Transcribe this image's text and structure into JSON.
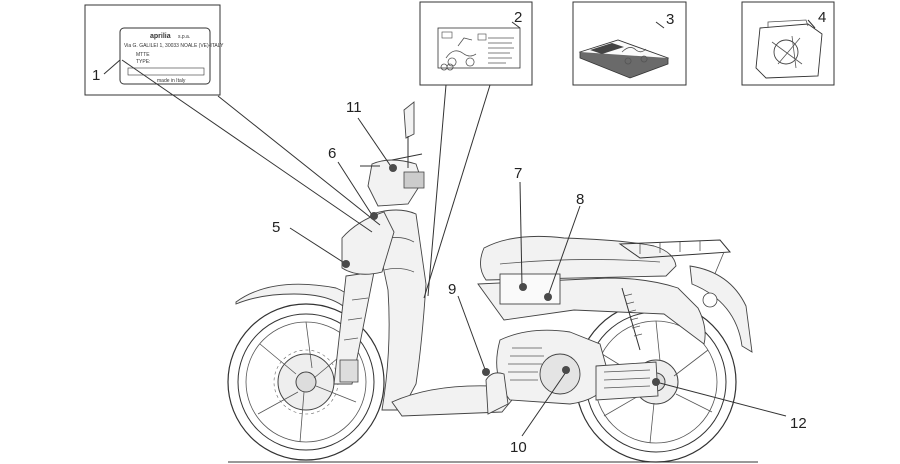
{
  "callouts": [
    "1",
    "2",
    "3",
    "4",
    "5",
    "6",
    "7",
    "8",
    "9",
    "10",
    "11",
    "12"
  ],
  "label": {
    "brand": "aprilia",
    "brand_suffix": "s.p.a.",
    "address": "Via G. GALILEI 1, 30033 NOALE (VE)-ITALY",
    "mtte": "MTTE",
    "type": "TYPE:",
    "made_in": "made in Italy"
  },
  "colors": {
    "line": "#333333",
    "fill": "#f2f2f2",
    "background": "#ffffff"
  }
}
